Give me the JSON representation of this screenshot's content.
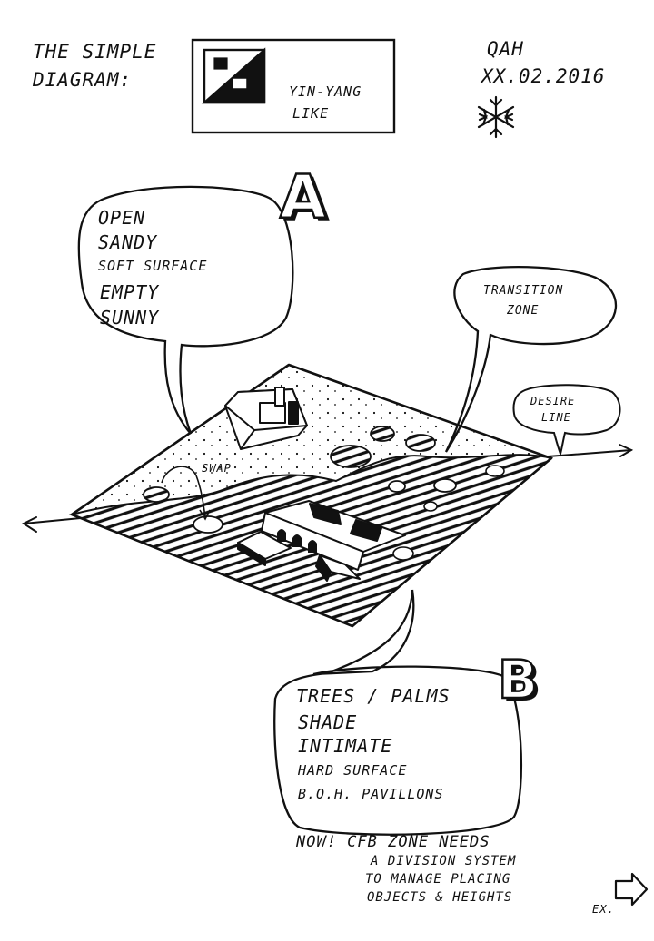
{
  "header": {
    "title_line1": "THE SIMPLE",
    "title_line2": "DIAGRAM:",
    "box_caption_line1": "YIN-YANG",
    "box_caption_line2": "LIKE",
    "author": "QAH",
    "date": "XX.02.2016"
  },
  "labels": {
    "zone_a_letter": "A",
    "zone_b_letter": "B",
    "swap": "SWAP"
  },
  "zone_a": {
    "items": [
      "OPEN",
      "SANDY",
      "SOFT SURFACE",
      "EMPTY",
      "SUNNY"
    ]
  },
  "zone_b": {
    "items": [
      "TREES / PALMS",
      "SHADE",
      "INTIMATE",
      "HARD SURFACE",
      "B.O.H. PAVILLONS"
    ]
  },
  "transition": {
    "line1": "TRANSITION",
    "line2": "ZONE"
  },
  "desire": {
    "line1": "DESIRE",
    "line2": "LINE"
  },
  "note": {
    "lines": [
      "NOW! CFB ZONE NEEDS",
      "A DIVISION SYSTEM",
      "TO MANAGE PLACING",
      "OBJECTS & HEIGHTS"
    ],
    "ex": "EX."
  },
  "colors": {
    "ink": "#111111",
    "paper": "#ffffff"
  }
}
